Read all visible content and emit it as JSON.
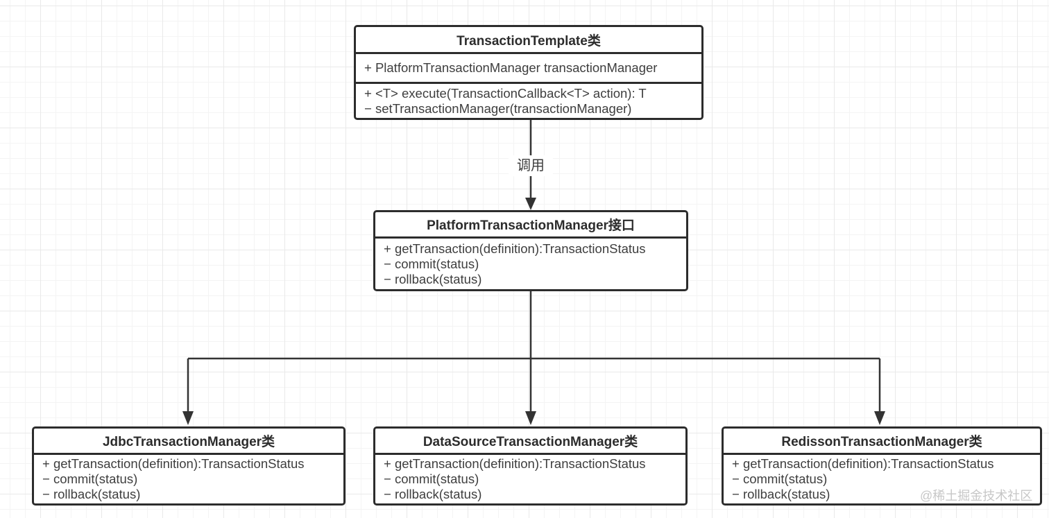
{
  "diagram": {
    "type": "uml-class-diagram",
    "edge_label": "调用",
    "watermark": "@稀土掘金技术社区",
    "classes": [
      {
        "id": "transaction-template",
        "title": "TransactionTemplate类",
        "attributes": [
          "+ PlatformTransactionManager transactionManager"
        ],
        "methods": [
          "+ <T> execute(TransactionCallback<T> action): T",
          "− setTransactionManager(transactionManager)"
        ]
      },
      {
        "id": "platform-transaction-manager",
        "title": "PlatformTransactionManager接口",
        "methods": [
          "+ getTransaction(definition):TransactionStatus",
          "− commit(status)",
          "− rollback(status)"
        ]
      },
      {
        "id": "jdbc-transaction-manager",
        "title": "JdbcTransactionManager类",
        "methods": [
          "+ getTransaction(definition):TransactionStatus",
          "− commit(status)",
          "− rollback(status)"
        ]
      },
      {
        "id": "datasource-transaction-manager",
        "title": "DataSourceTransactionManager类",
        "methods": [
          "+ getTransaction(definition):TransactionStatus",
          "− commit(status)",
          "− rollback(status)"
        ]
      },
      {
        "id": "redisson-transaction-manager",
        "title": "RedissonTransactionManager类",
        "methods": [
          "+ getTransaction(definition):TransactionStatus",
          "− commit(status)",
          "− rollback(status)"
        ]
      }
    ],
    "edges": [
      {
        "from": "transaction-template",
        "to": "platform-transaction-manager",
        "label": "调用"
      },
      {
        "from": "platform-transaction-manager",
        "to": "jdbc-transaction-manager",
        "label": ""
      },
      {
        "from": "platform-transaction-manager",
        "to": "datasource-transaction-manager",
        "label": ""
      },
      {
        "from": "platform-transaction-manager",
        "to": "redisson-transaction-manager",
        "label": ""
      }
    ],
    "colors": {
      "border": "#2c2c2c",
      "title_text": "#2c2c2c",
      "body_text": "#3e3e3e",
      "connector": "#333333",
      "watermark": "#c7c7c7",
      "background": "#ffffff",
      "grid_minor": "#f4f4f4",
      "grid_major": "#e9e9e9"
    }
  }
}
